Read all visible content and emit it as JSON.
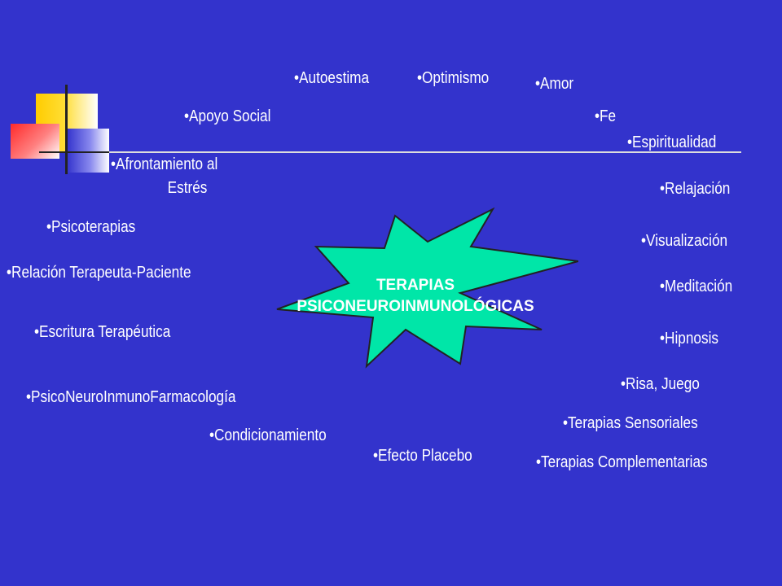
{
  "colors": {
    "background": "#3333cc",
    "text": "#ffffff",
    "star_fill": "#00e6a8",
    "star_stroke": "#222222"
  },
  "center_label": {
    "line1": "TERAPIAS",
    "line2": "PSICONEUROINMUNOLÓGICAS"
  },
  "items": {
    "autoestima": "Autoestima",
    "optimismo": "Optimismo",
    "amor": "Amor",
    "apoyo_social": "Apoyo Social",
    "fe": "Fe",
    "espiritualidad": "Espiritualidad",
    "afrontamiento_l1": "Afrontamiento al",
    "afrontamiento_l2": "Estrés",
    "relajacion": "Relajación",
    "psicoterapias": "Psicoterapias",
    "visualizacion": "Visualización",
    "relacion": "Relación Terapeuta-Paciente",
    "meditacion": "Meditación",
    "escritura": "Escritura Terapéutica",
    "hipnosis": "Hipnosis",
    "risa": "Risa, Juego",
    "pnif": "PsicoNeuroInmunoFarmacología",
    "sensoriales": "Terapias Sensoriales",
    "condicionamiento": "Condicionamiento",
    "placebo": "Efecto Placebo",
    "complementarias": "Terapias Complementarias"
  }
}
